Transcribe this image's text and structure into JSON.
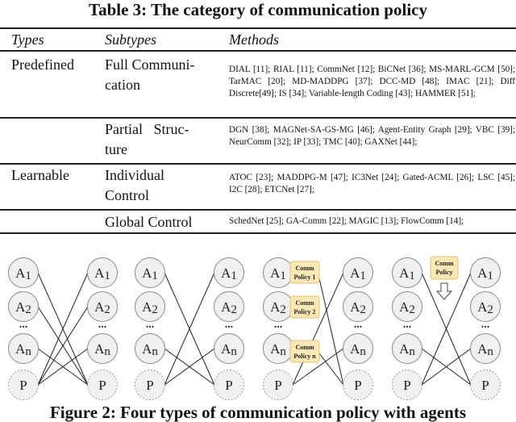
{
  "table": {
    "title": "Table 3: The category of communication policy",
    "headers": {
      "types": "Types",
      "subtypes": "Subtypes",
      "methods": "Methods"
    },
    "rows": [
      {
        "type": "Predefined",
        "subtype_l1": "Full Communi-",
        "subtype_l2": "cation",
        "methods": "DIAL [11]; RIAL [11]; CommNet [12]; BiCNet [36]; MS-MARL-GCM [50]; TarMAC [20]; MD-MADDPG [37]; DCC-MD [48]; IMAC [21]; Diff Discrete[49]; IS [34]; Variable-length Coding [43]; HAMMER [51];"
      },
      {
        "type": "",
        "subtype_l1": "Partial   Struc-",
        "subtype_l2": "ture",
        "methods": "DGN [38]; MAGNet-SA-GS-MG [46]; Agent-Entity Graph [29]; VBC [39]; NeurComm [32]; IP [33]; TMC [40]; GAXNet [44];"
      },
      {
        "type": "Learnable",
        "subtype_l1": "Individual",
        "subtype_l2": "Control",
        "methods": "ATOC [23]; MADDPG-M [47]; IC3Net [24]; Gated-ACML [26]; LSC [45]; I2C [28]; ETCNet [27];"
      },
      {
        "type": "",
        "subtype_l1": "Global Control",
        "subtype_l2": "",
        "methods": "SchedNet [25]; GA-Comm [22]; MAGIC [13]; FlowComm [14];"
      }
    ]
  },
  "figure": {
    "node_labels": {
      "a1": "A",
      "a1_sub": "1",
      "a2": "A",
      "a2_sub": "2",
      "an": "A",
      "an_sub": "n",
      "p": "P",
      "dots": "..."
    },
    "policy_boxes": {
      "p1_l1": "Comm",
      "p1_l2": "Policy 1",
      "p2_l1": "Comm",
      "p2_l2": "Policy 2",
      "pn_l1": "Comm",
      "pn_l2": "Policy n",
      "global_l1": "Comm",
      "global_l2": "Policy"
    },
    "colors": {
      "node_fill": "#f0f0f0",
      "node_stroke": "#888888",
      "policy_fill": "#fbe8b4",
      "policy_stroke": "#e0c27a"
    },
    "caption": "Figure 2: Four types of communication policy with agents"
  }
}
